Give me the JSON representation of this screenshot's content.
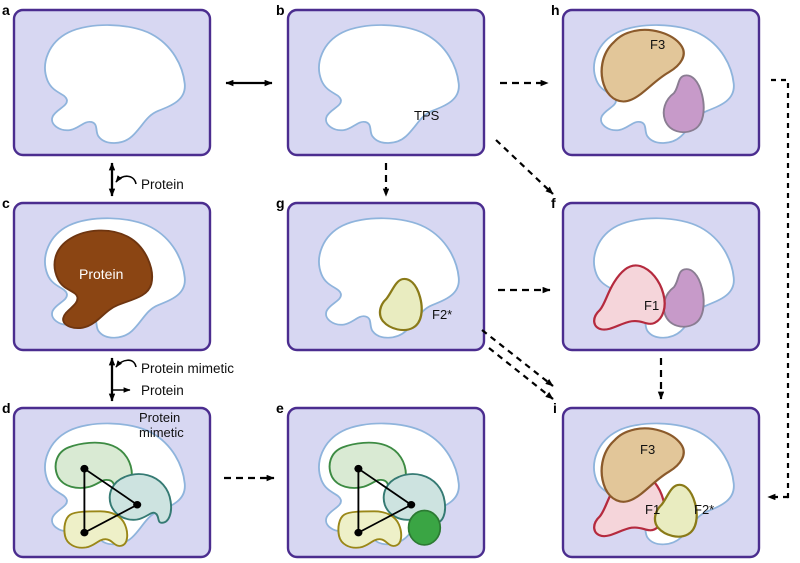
{
  "figure": {
    "title": "Protein surface and protein mimetic pocket schematic",
    "colors": {
      "panel_fill": "#d7d7f2",
      "panel_border": "#4b2d8f",
      "surface_outline": "#8fb4dc",
      "surface_fill": "#ffffff",
      "protein_fill": "#8b4513",
      "protein_border": "#6e3510",
      "f3_fill": "#e2c699",
      "f3_border": "#8b5a2b",
      "f1_fill": "#f5d5da",
      "f1_border": "#b52a3e",
      "f2_fill": "#e9ecc0",
      "f2_border": "#8a7a18",
      "purple_blob_fill": "#c79ac9",
      "purple_blob_border": "#8a7d92",
      "green_fill": "#d9ead3",
      "green_border": "#3d8b43",
      "teal_fill": "#cde3e0",
      "teal_border": "#357a73",
      "yellow_fill": "#eef0c8",
      "yellow_border": "#9a8718",
      "dot_green_fill": "#3aa544",
      "arrow": "#000000"
    }
  },
  "panels": [
    {
      "id": "a",
      "letter": "a",
      "name": "panel-a-apo-surface",
      "labels": []
    },
    {
      "id": "b",
      "letter": "b",
      "name": "panel-b-tps",
      "labels": [
        {
          "text": "TPS"
        }
      ]
    },
    {
      "id": "h",
      "letter": "h",
      "name": "panel-h-f3",
      "labels": [
        {
          "text": "F3"
        }
      ]
    },
    {
      "id": "c",
      "letter": "c",
      "name": "panel-c-protein",
      "labels": [
        {
          "text": "Protein"
        }
      ]
    },
    {
      "id": "g",
      "letter": "g",
      "name": "panel-g-f2star",
      "labels": [
        {
          "text": "F2*"
        }
      ]
    },
    {
      "id": "f",
      "letter": "f",
      "name": "panel-f-f1",
      "labels": [
        {
          "text": "F1"
        }
      ]
    },
    {
      "id": "d",
      "letter": "d",
      "name": "panel-d-protein-mimetic",
      "labels": [
        {
          "text": "Protein"
        },
        {
          "text": "mimetic"
        }
      ]
    },
    {
      "id": "e",
      "letter": "e",
      "name": "panel-e-mimetic-bound",
      "labels": []
    },
    {
      "id": "i",
      "letter": "i",
      "name": "panel-i-f3-f1-f2star",
      "labels": [
        {
          "text": "F3"
        },
        {
          "text": "F1"
        },
        {
          "text": "F2*"
        }
      ]
    }
  ],
  "edge_labels": {
    "a_to_c_protein": "Protein",
    "c_to_d_up": "Protein mimetic",
    "c_to_d_down": "Protein"
  },
  "in_panel_labels": {
    "b_tps": "TPS",
    "c_protein": "Protein",
    "d_protein_mimetic_line1": "Protein",
    "d_protein_mimetic_line2": "mimetic",
    "g_f2star": "F2*",
    "h_f3": "F3",
    "f_f1": "F1",
    "i_f3": "F3",
    "i_f1": "F1",
    "i_f2star": "F2*"
  },
  "connectors": [
    {
      "name": "connector-a-b",
      "style": "solid-double",
      "direction": "horizontal"
    },
    {
      "name": "connector-a-c",
      "style": "solid-double",
      "direction": "vertical"
    },
    {
      "name": "connector-c-d",
      "style": "solid-double",
      "direction": "vertical"
    },
    {
      "name": "connector-b-h",
      "style": "dashed-single",
      "direction": "horizontal"
    },
    {
      "name": "connector-b-g",
      "style": "dashed-single",
      "direction": "vertical"
    },
    {
      "name": "connector-b-f",
      "style": "dashed-single",
      "direction": "diagonal"
    },
    {
      "name": "connector-b-i",
      "style": "dashed-single",
      "direction": "diagonal"
    },
    {
      "name": "connector-g-f",
      "style": "dashed-single",
      "direction": "horizontal"
    },
    {
      "name": "connector-g-i",
      "style": "dashed-single",
      "direction": "diagonal"
    },
    {
      "name": "connector-d-e",
      "style": "dashed-single",
      "direction": "horizontal"
    },
    {
      "name": "connector-f-i",
      "style": "dashed-single",
      "direction": "vertical"
    },
    {
      "name": "connector-h-i",
      "style": "dashed-single",
      "direction": "loop-right"
    }
  ]
}
